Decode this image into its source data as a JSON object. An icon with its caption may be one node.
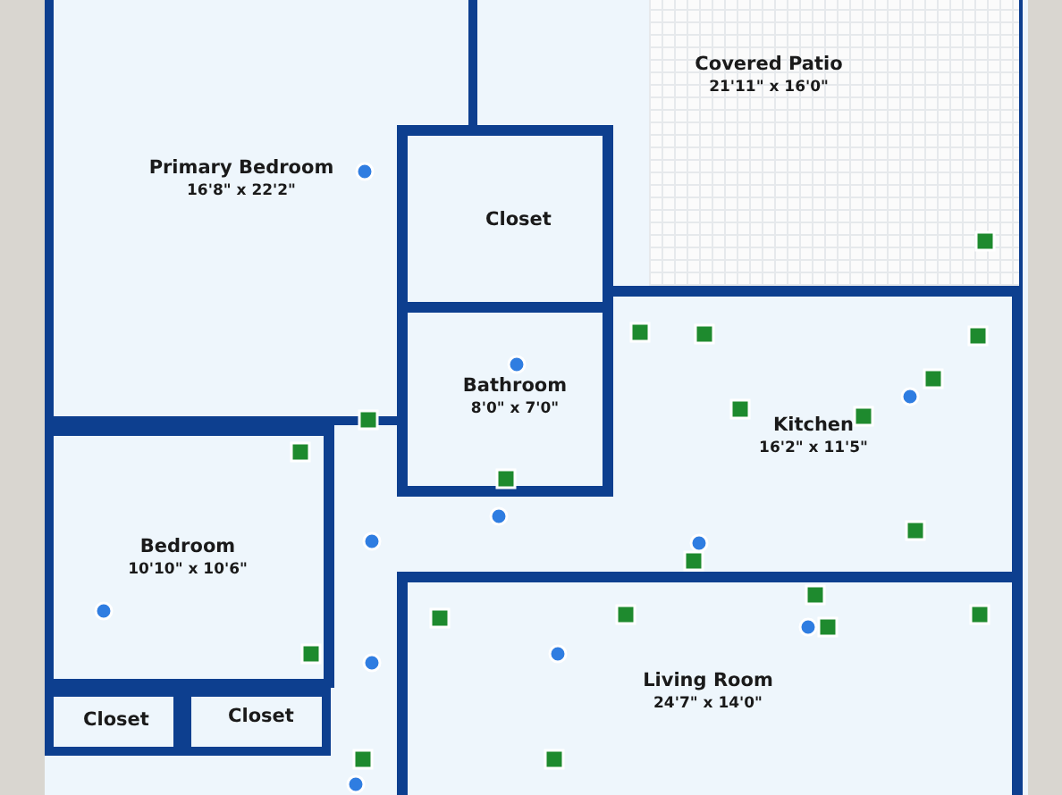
{
  "diagram": {
    "nodes": [
      {
        "text": [
          "Primary Bedroom",
          "16'8\" x 22'2\""
        ]
      },
      {
        "text": [
          "Covered Patio",
          "21'11\" x 16'0\""
        ]
      },
      {
        "text": [
          "Closet"
        ]
      },
      {
        "text": [
          "Bathroom",
          "8'0\" x 7'0\""
        ]
      },
      {
        "text": [
          "Kitchen",
          "16'2\" x 11'5\""
        ]
      },
      {
        "text": [
          "Bedroom",
          "10'10\" x 10'6\""
        ]
      },
      {
        "text": [
          "Closet"
        ]
      },
      {
        "text": [
          "Closet"
        ]
      },
      {
        "text": [
          "Living Room",
          "24'7\" x 14'0\""
        ]
      }
    ]
  }
}
